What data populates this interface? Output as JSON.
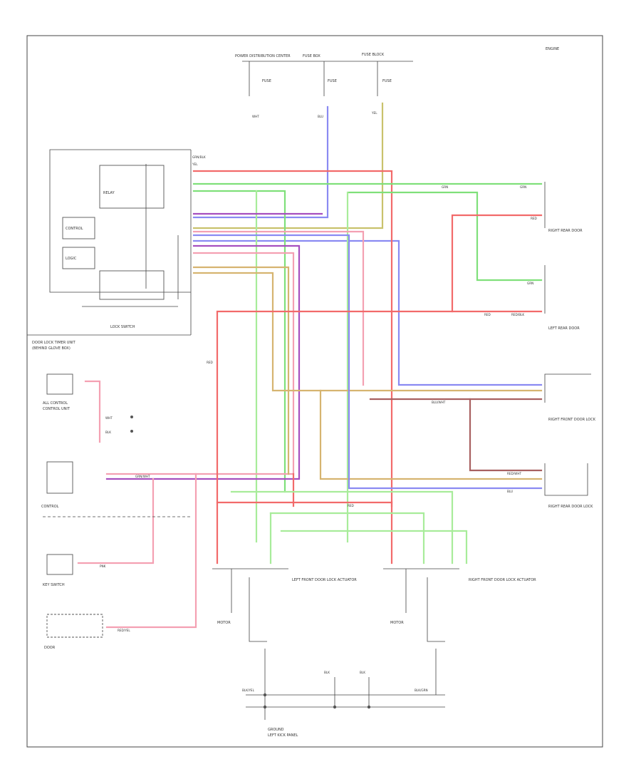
{
  "page_ref": "ENGINE",
  "diagram_code": "",
  "colors": {
    "red": "#f26a6a",
    "pink": "#f4a0b2",
    "green": "#7fe07a",
    "light_green": "#a8ec9a",
    "blue": "#8a8af2",
    "purple": "#a64fbf",
    "tan": "#d6b470",
    "olive": "#c9c26c",
    "brown": "#a86060"
  },
  "top_fuses": {
    "power_dist": "POWER DISTRIBUTION CENTER",
    "fuse_box": "FUSE BOX",
    "fuse_block": "FUSE BLOCK",
    "fuse_a": "FUSE",
    "fuse_b": "FUSE",
    "fuse_c": "FUSE",
    "wire_a": "WHT",
    "wire_b": "BLU",
    "wire_c": "YEL"
  },
  "door_lock_unit": {
    "label": "DOOR LOCK TIMER UNIT",
    "sublabel": "(BEHIND GLOVE BOX)",
    "relay": "RELAY",
    "ctrl_a": "CONTROL",
    "ctrl_b": "LOGIC",
    "bottom_component": "LOCK SWITCH"
  },
  "left_components": {
    "comp1": "ALL CONTROL",
    "comp1b": "CONTROL UNIT",
    "comp2": "CONTROL",
    "comp3": "KEY SWITCH",
    "comp4": "DOOR"
  },
  "right_components": {
    "door_rr": "RIGHT REAR DOOR",
    "door_rl": "LEFT REAR DOOR",
    "lock_rf": "RIGHT FRONT DOOR LOCK",
    "lock_rr": "RIGHT REAR DOOR LOCK",
    "lf_actuator": "LEFT FRONT DOOR LOCK ACTUATOR",
    "rf_actuator": "RIGHT FRONT DOOR LOCK ACTUATOR",
    "motor_l": "MOTOR",
    "motor_r": "MOTOR"
  },
  "bottom": {
    "ground": "GROUND",
    "ground_loc": "LEFT KICK PANEL",
    "wire_blk1": "BLK",
    "wire_blk2": "BLK",
    "wire_blkyel": "BLK/YEL",
    "wire_blkgrn": "BLK/GRN",
    "corner_code": ""
  },
  "wire_labels": {
    "red": "RED",
    "grn": "GRN",
    "wht": "WHT",
    "blu": "BLU",
    "yel": "YEL",
    "blk": "BLK",
    "grnwht": "GRN/WHT",
    "redblk": "RED/BLK",
    "blkyel": "BLK/YEL",
    "bluwht": "BLU/WHT",
    "redwht": "RED/WHT",
    "wht2": "WHT",
    "pnk": "PNK",
    "redyel": "RED/YEL",
    "grnblk": "GRN/BLK"
  }
}
